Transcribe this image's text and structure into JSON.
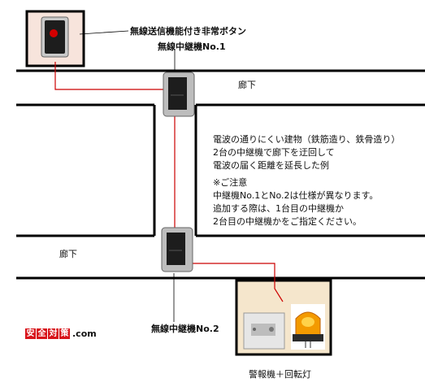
{
  "labels": {
    "wireless_button": "無線送信機能付き非常ボタン",
    "relay1": "無線中継機No.1",
    "corridor_top": "廊下",
    "corridor_left": "廊下",
    "relay2": "無線中継機No.2",
    "alarm": "警報機＋回転灯"
  },
  "description": [
    "電波の通りにくい建物（鉄筋造り、鉄骨造り）",
    "2台の中継機で廊下を迂回して",
    "電波の届く距離を延長した例"
  ],
  "notes": [
    "※ご注意",
    "中継機No.1とNo.2は仕様が異なります。",
    "追加する際は、1台目の中継機か",
    "2台目の中継機かをご指定ください。"
  ],
  "logo": {
    "chars": [
      "安",
      "全",
      "対",
      "策"
    ],
    "domain": ".com",
    "color": "#d8131a"
  },
  "colors": {
    "wall": "#000000",
    "signal_line": "#cc0000",
    "button_room_fill": "#f7e4dc",
    "alarm_room_fill": "#f5e6cc"
  }
}
